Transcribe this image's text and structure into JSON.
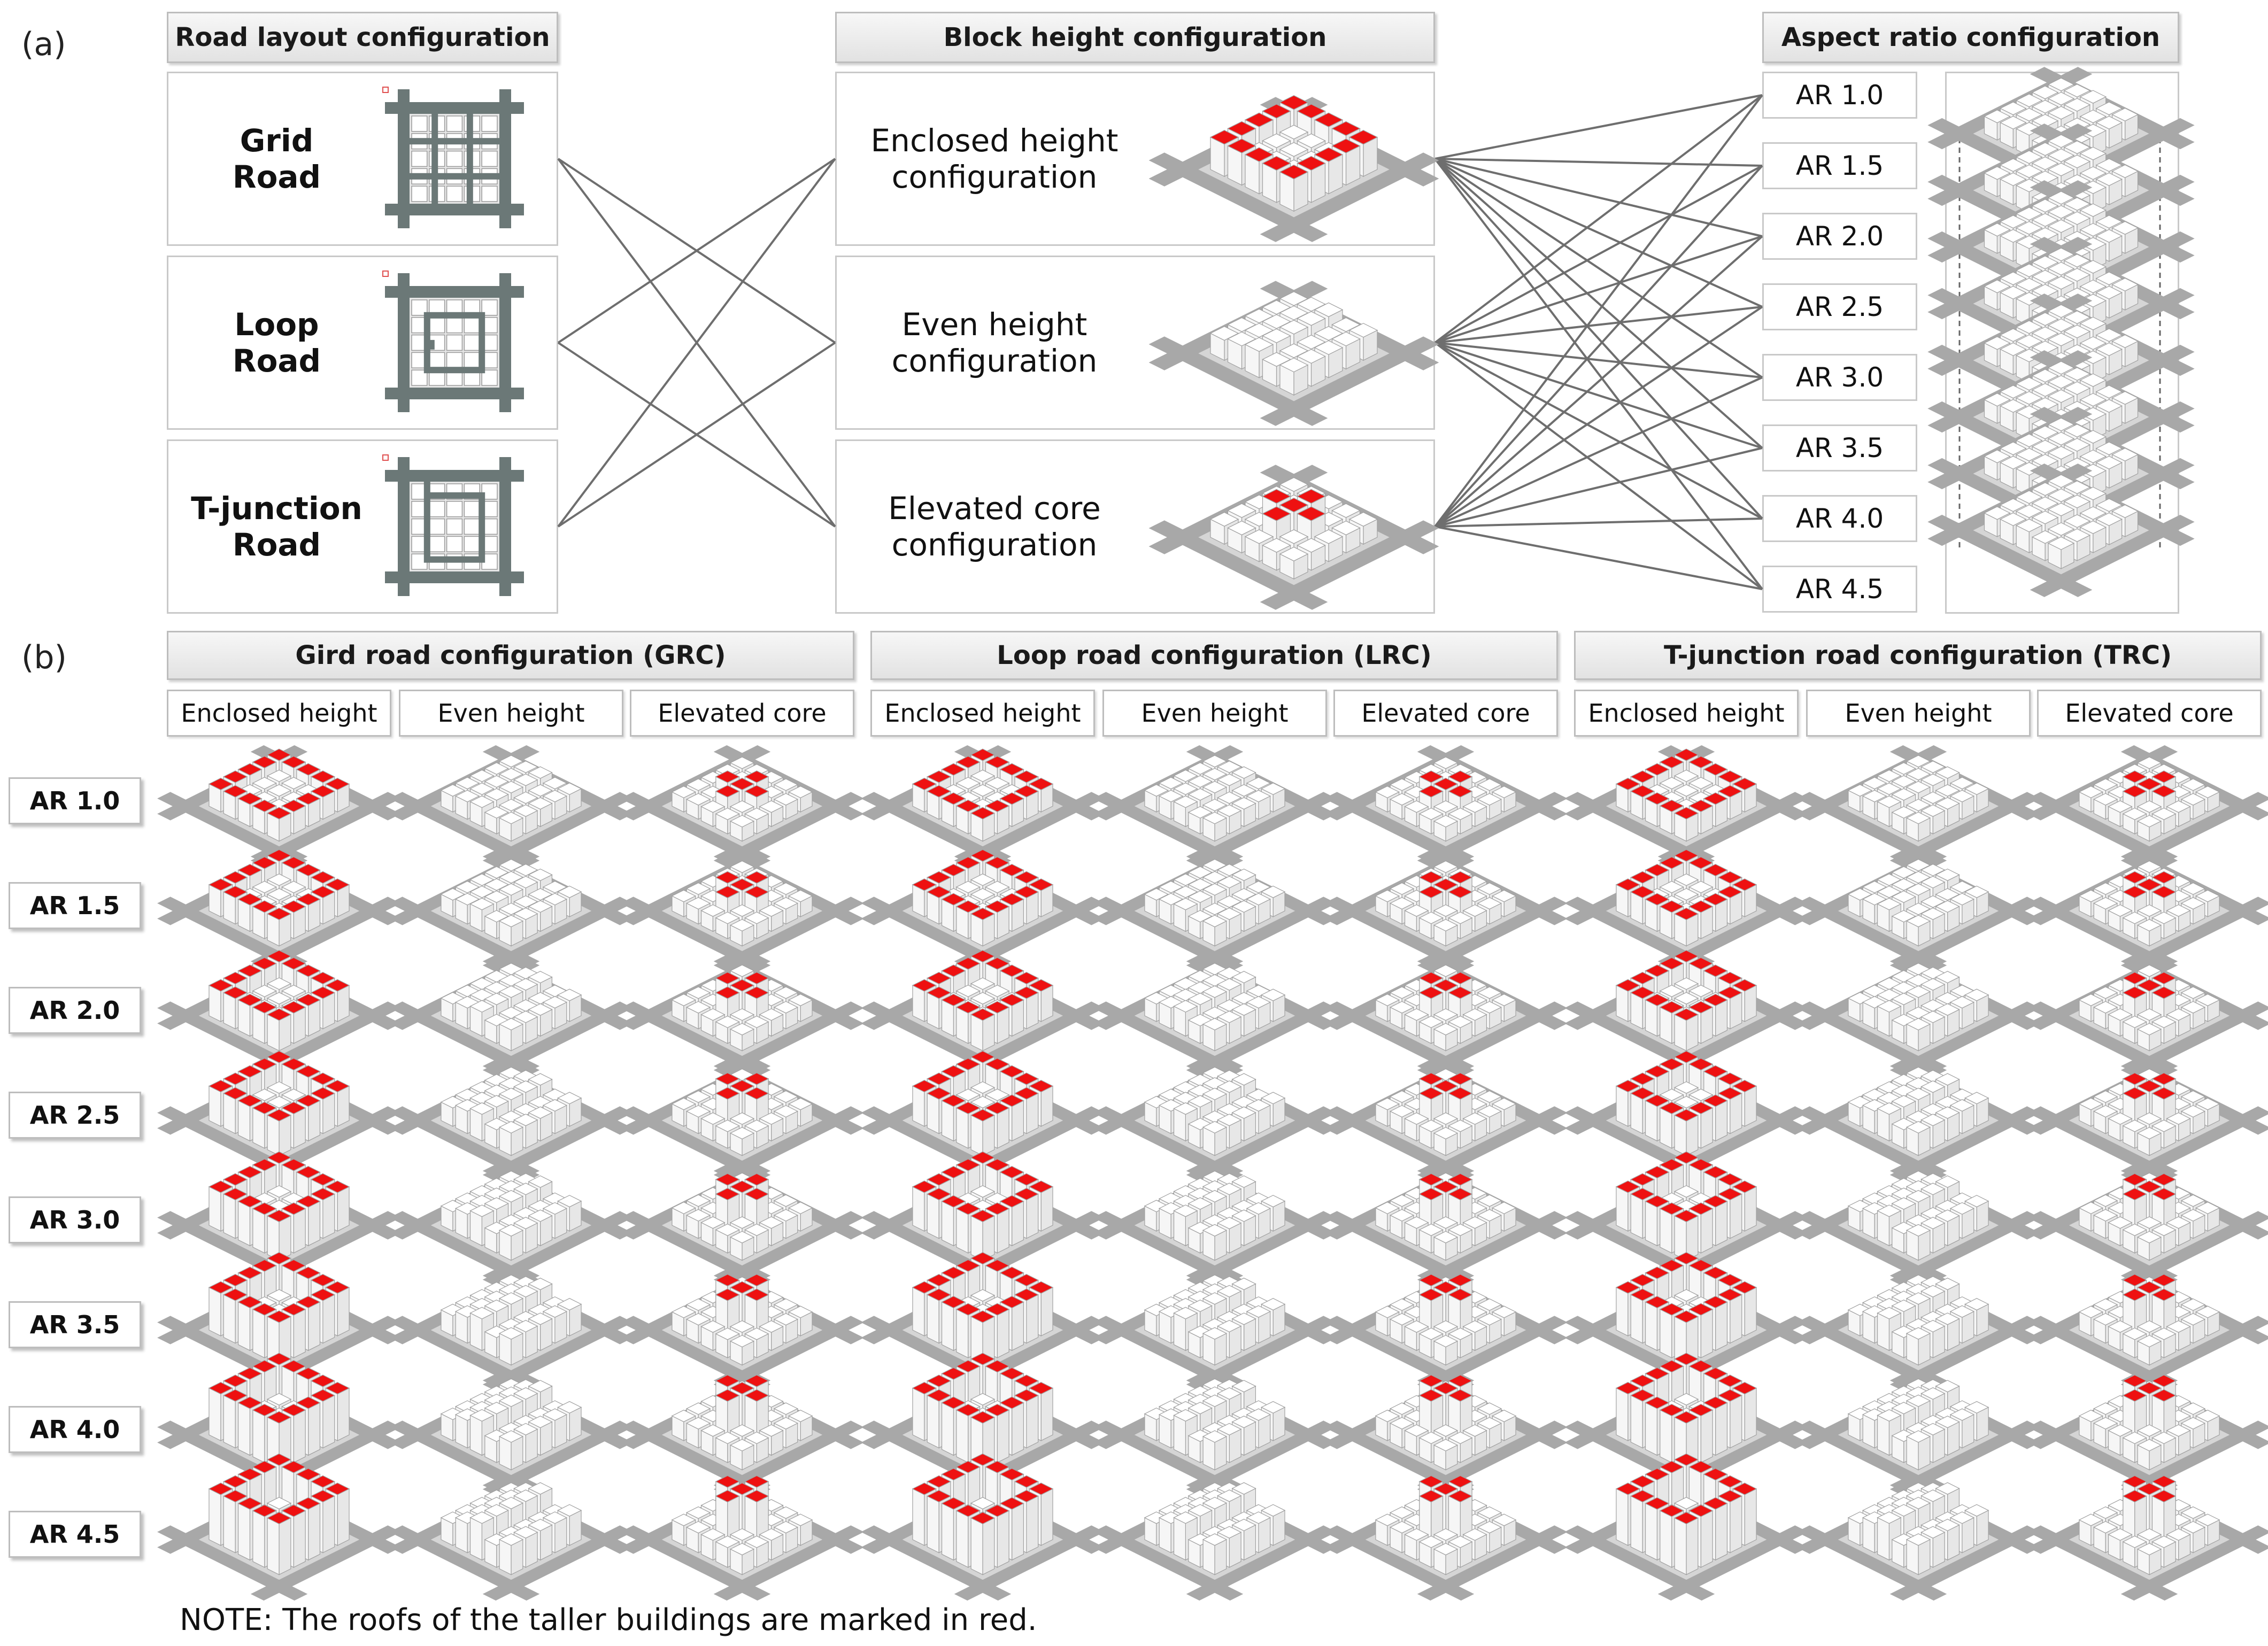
{
  "panel_a": {
    "label": "(a)",
    "road_header": "Road layout configuration",
    "height_header": "Block height configuration",
    "aspect_header": "Aspect ratio configuration",
    "roads": [
      {
        "id": "grid",
        "lines": [
          "Grid",
          "Road"
        ]
      },
      {
        "id": "loop",
        "lines": [
          "Loop",
          "Road"
        ]
      },
      {
        "id": "tjunction",
        "lines": [
          "T-junction",
          "Road"
        ]
      }
    ],
    "heights": [
      {
        "id": "enclosed",
        "lines": [
          "Enclosed height",
          "configuration"
        ]
      },
      {
        "id": "even",
        "lines": [
          "Even height",
          "configuration"
        ]
      },
      {
        "id": "elevated",
        "lines": [
          "Elevated core",
          "configuration"
        ]
      }
    ],
    "aspect_ratios": [
      "AR 1.0",
      "AR 1.5",
      "AR 2.0",
      "AR 2.5",
      "AR 3.0",
      "AR 3.5",
      "AR 4.0",
      "AR 4.5"
    ]
  },
  "panel_b": {
    "label": "(b)",
    "groups": [
      {
        "id": "grc",
        "title": "Gird road configuration (GRC)"
      },
      {
        "id": "lrc",
        "title": "Loop road configuration (LRC)"
      },
      {
        "id": "trc",
        "title": "T-junction road configuration (TRC)"
      }
    ],
    "columns": [
      "Enclosed height",
      "Even height",
      "Elevated core"
    ],
    "rows": [
      "AR 1.0",
      "AR 1.5",
      "AR 2.0",
      "AR 2.5",
      "AR 3.0",
      "AR 3.5",
      "AR 4.0",
      "AR 4.5"
    ]
  },
  "note": "NOTE: The roofs of the taller buildings are marked in red.",
  "colors": {
    "red_roof": "#ee1111",
    "road": "#6b7877",
    "road_light": "#a8a8a8",
    "block": "#ffffff",
    "line": "#6e6e6e"
  }
}
